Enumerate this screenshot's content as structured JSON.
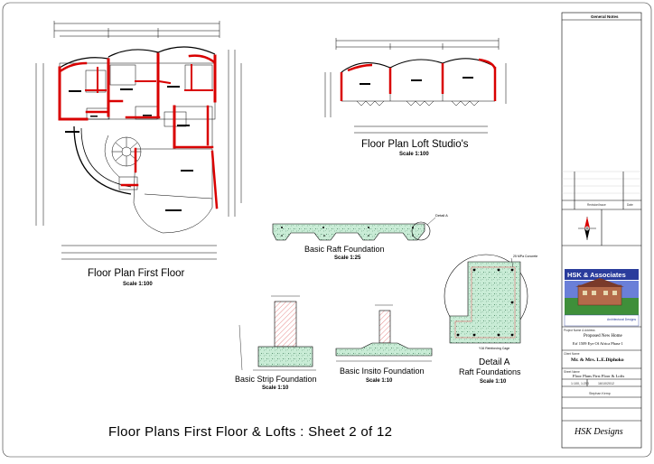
{
  "drawings": {
    "first_floor": {
      "title": "Floor Plan First Floor",
      "scale": "Scale 1:100"
    },
    "loft": {
      "title": "Floor Plan Loft Studio's",
      "scale": "Scale 1:100"
    },
    "raft": {
      "title": "Basic Raft Foundation",
      "scale": "Scale 1:25",
      "callout": "Detail A"
    },
    "strip": {
      "title": "Basic Strip Foundation",
      "scale": "Scale 1:10"
    },
    "insito": {
      "title": "Basic Insito Foundation",
      "scale": "Scale 1:10"
    },
    "detail_a": {
      "title_line1": "Detail A",
      "title_line2": "Raft Foundations",
      "scale": "Scale 1:10",
      "note_top": "25 MPa Concrete",
      "note_bottom": "Y16 Reinforcing Cage"
    }
  },
  "sheet_title": "Floor Plans First Floor & Lofts : Sheet 2 of 12",
  "title_block": {
    "general_notes": "General Notes",
    "revisions": "Revision/Issue",
    "date_col": "Date",
    "firm": "HSK & Associates",
    "firm_sub": "Architectural Designs",
    "project_label": "Project Name & Address",
    "project_line1": "Proposed New Home",
    "project_line2": "Erf 1509 Eye Of Africa Phase 1",
    "client_label": "Client Name",
    "client": "Mr. & Mrs. L.E.Diphoko",
    "sheet_label": "Sheet Name",
    "sheet_name": "Floor Plans First Floor & Lofts",
    "scale_value": "1:100, 1:250",
    "date_value": "16/10/2012",
    "drawn_by": "Stephan Kemp",
    "signature": "HSK Designs"
  },
  "colors": {
    "wall": "#d90000",
    "line": "#000000",
    "concrete": "#bfe6cf",
    "rebar": "#e88080"
  }
}
